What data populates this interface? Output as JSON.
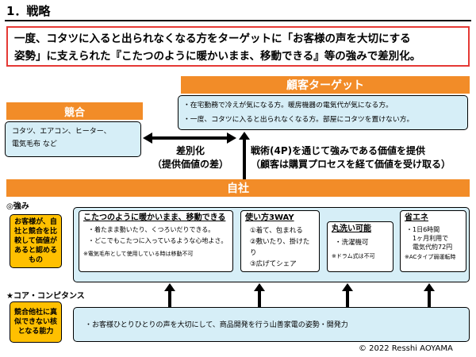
{
  "title": "1．戦略",
  "headline": {
    "line1": "一度、コタツに入ると出られなくなる方をターゲットに「お客様の声を大切にする",
    "line2": "姿勢」に支えられた『こたつのように暖かいまま、移動できる』等の強みで差別化。"
  },
  "target": {
    "header": "顧客ターゲット",
    "items": [
      "・在宅勤務で冷えが気になる方。暖房機器の電気代が気になる方。",
      "・一度、コタツに入ると出られなくなる方。部屋にコタツを置けない方。"
    ]
  },
  "competitor": {
    "header": "競合",
    "text_line1": "コタツ、エアコン、ヒーター、",
    "text_line2": "電気毛布 など"
  },
  "differentiation": {
    "line1": "差別化",
    "line2": "（提供価値の差）"
  },
  "tactics": {
    "line1": "戦術(4P)を通じて強みである価値を提供",
    "line2": "（顧客は購買プロセスを経て価値を受け取る）"
  },
  "company": {
    "header": "自社"
  },
  "strengths": {
    "label": "◎強み",
    "side_box": "お客様が、自社と競合を比較して価値があると認めるもの",
    "cards": [
      {
        "title": "こたつのように暖かいまま、移動できる",
        "lines": [
          "・着たまま動いたり、くつろいだりできる。",
          "・どこでもこたつに入っているような心地よさ。"
        ],
        "note": "※電気毛布として使用している時は移動不可"
      },
      {
        "title": "使い方3WAY",
        "lines": [
          "①着て、包まれる",
          "②敷いたり、掛けたり",
          "③広げてシェア"
        ],
        "note": ""
      },
      {
        "title": "丸洗い可能",
        "lines": [
          "・洗濯機可"
        ],
        "note": "※ドラム式は不可"
      },
      {
        "title": "省エネ",
        "lines": [
          "・1日6時間",
          "1ヶ月利用で",
          "電気代約72円"
        ],
        "note": "※ACタイプ弱運転時"
      }
    ]
  },
  "core": {
    "label": "★コア・コンピタンス",
    "side_box": "競合他社に真似できない核となる能力",
    "text": "・お客様ひとりひとりの声を大切にして、商品開発を行う山善家電の姿勢・開発力"
  },
  "copyright": "© 2022 Resshi AOYAMA"
}
